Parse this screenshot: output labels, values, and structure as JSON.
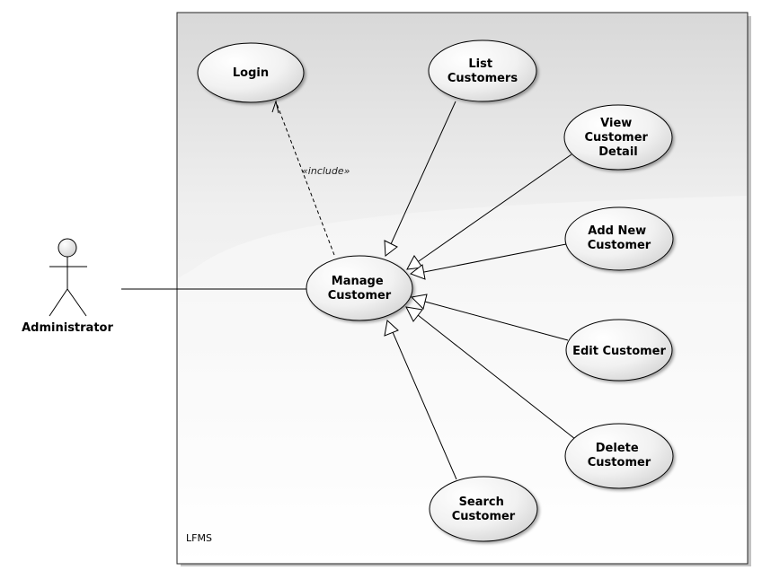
{
  "system": {
    "label": "LFMS"
  },
  "actor": {
    "name": "Administrator"
  },
  "use_cases": {
    "login": [
      "Login"
    ],
    "list_customers": [
      "List",
      "Customers"
    ],
    "view_customer_detail": [
      "View",
      "Customer",
      "Detail"
    ],
    "add_new_customer": [
      "Add New",
      "Customer"
    ],
    "manage_customer": [
      "Manage",
      "Customer"
    ],
    "edit_customer": [
      "Edit Customer"
    ],
    "delete_customer": [
      "Delete",
      "Customer"
    ],
    "search_customer": [
      "Search",
      "Customer"
    ]
  },
  "relations": {
    "include_label": "«include»"
  }
}
